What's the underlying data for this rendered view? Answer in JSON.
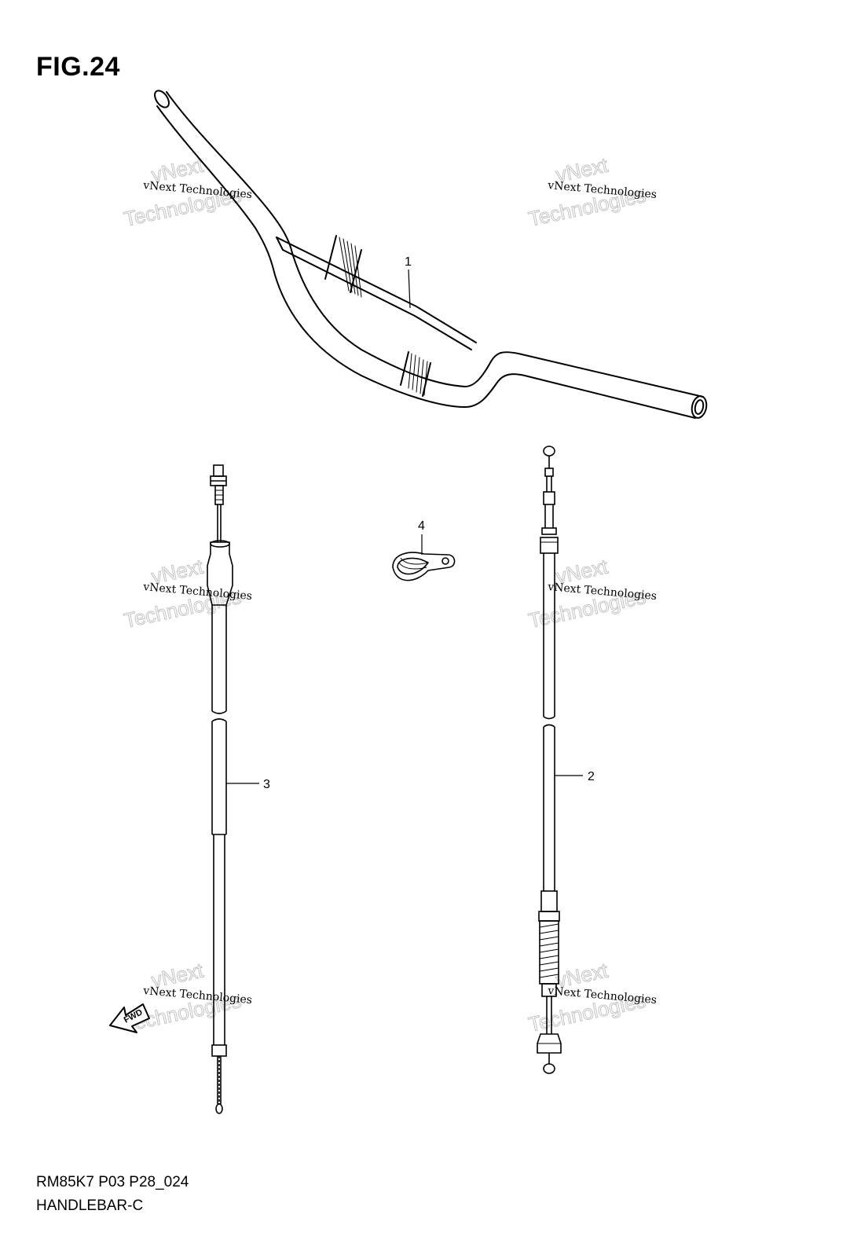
{
  "figure": {
    "title": "FIG.24"
  },
  "parts": [
    {
      "ref": "1"
    },
    {
      "ref": "2"
    },
    {
      "ref": "3"
    },
    {
      "ref": "4"
    }
  ],
  "watermark": {
    "line1": "vNext",
    "line2": "vNext Technologies",
    "line3": "Technologies"
  },
  "direction_marker": {
    "label": "FWD"
  },
  "footer": {
    "code": "RM85K7 P03 P28_024",
    "name": "HANDLEBAR-C"
  }
}
